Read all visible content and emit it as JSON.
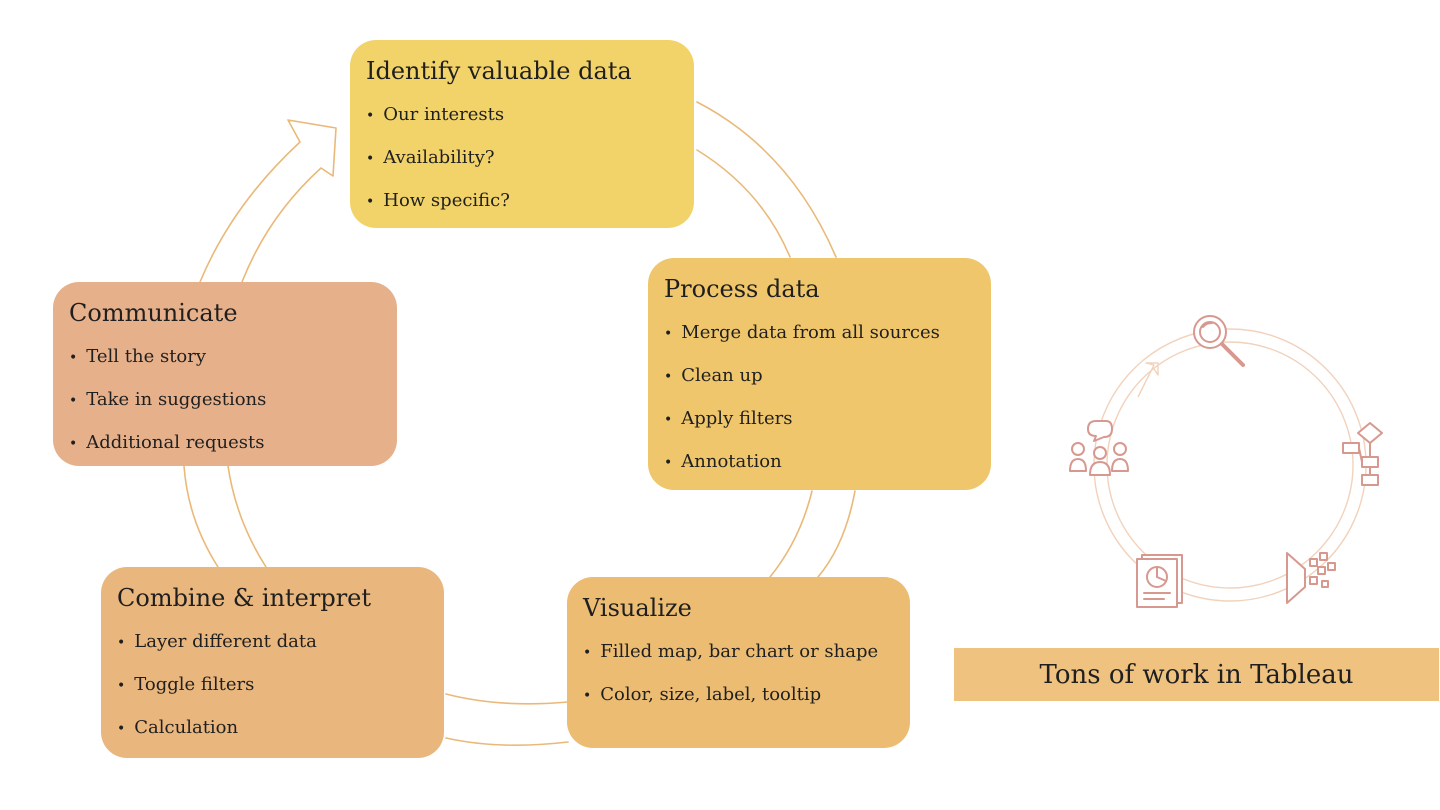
{
  "cycle": {
    "steps": [
      {
        "title": "Identify valuable data",
        "items": [
          "Our interests",
          "Availability?",
          "How specific?"
        ]
      },
      {
        "title": "Process data",
        "items": [
          "Merge data from all sources",
          "Clean up",
          "Apply filters",
          "Annotation"
        ]
      },
      {
        "title": "Visualize",
        "items": [
          "Filled map, bar chart or shape",
          "Color, size, label, tooltip"
        ]
      },
      {
        "title": "Combine & interpret",
        "items": [
          "Layer different data",
          "Toggle filters",
          "Calculation"
        ]
      },
      {
        "title": "Communicate",
        "items": [
          "Tell the story",
          "Take in suggestions",
          "Additional requests"
        ]
      }
    ],
    "colors": {
      "identify": "#f2d36a",
      "process": "#efc66b",
      "visualize": "#ecbc72",
      "combine": "#e9b67d",
      "communicate": "#e6b08b",
      "ring_outline": "#eab97a"
    }
  },
  "summary": {
    "banner_text": "Tons of work in Tableau",
    "icons": [
      "magnifier-icon",
      "flowchart-icon",
      "funnel-pixels-icon",
      "report-chart-icon",
      "team-discussion-icon"
    ]
  }
}
